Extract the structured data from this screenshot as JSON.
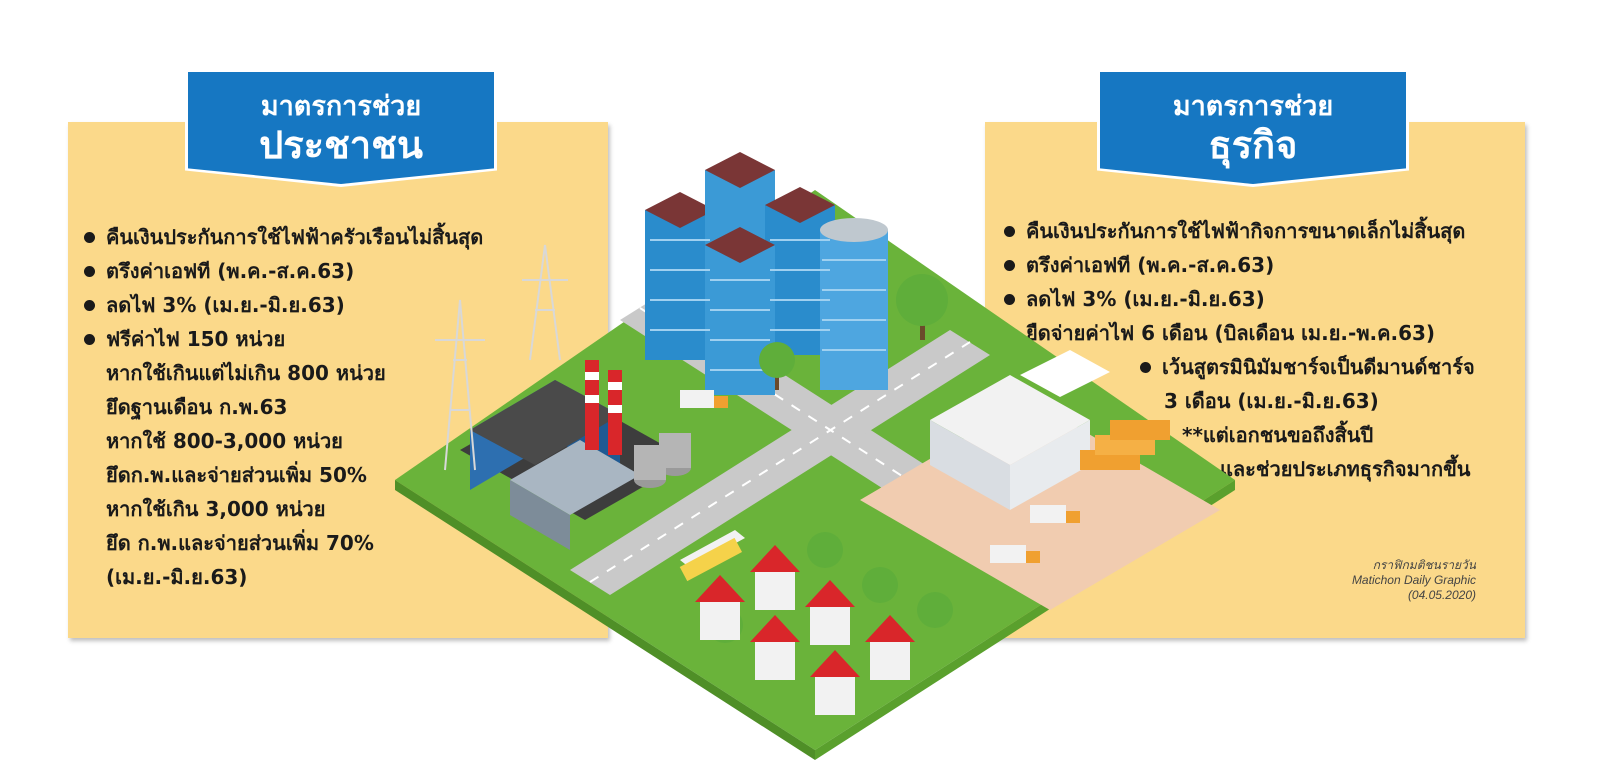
{
  "left": {
    "banner_line1": "มาตรการช่วย",
    "banner_line2": "ประชาชน",
    "items": [
      {
        "text": "คืนเงินประกันการใช้ไฟฟ้าครัวเรือนไม่สิ้นสุด",
        "type": "bullet"
      },
      {
        "text": "ตรึงค่าเอฟที (พ.ค.-ส.ค.63)",
        "type": "bullet"
      },
      {
        "text": "ลดไฟ 3% (เม.ย.-มิ.ย.63)",
        "type": "bullet"
      },
      {
        "text": "ฟรีค่าไฟ 150 หน่วย",
        "type": "bullet"
      },
      {
        "text": "หากใช้เกินแต่ไม่เกิน 800 หน่วย",
        "type": "cont"
      },
      {
        "text": "ยึดฐานเดือน ก.พ.63",
        "type": "cont"
      },
      {
        "text": "หากใช้ 800-3,000 หน่วย",
        "type": "cont"
      },
      {
        "text": "ยึดก.พ.และจ่ายส่วนเพิ่ม 50%",
        "type": "cont"
      },
      {
        "text": "หากใช้เกิน 3,000 หน่วย",
        "type": "cont"
      },
      {
        "text": "ยึด ก.พ.และจ่ายส่วนเพิ่ม 70%",
        "type": "cont"
      },
      {
        "text": "(เม.ย.-มิ.ย.63)",
        "type": "cont"
      }
    ]
  },
  "right": {
    "banner_line1": "มาตรการช่วย",
    "banner_line2": "ธุรกิจ",
    "items": [
      {
        "text": "คืนเงินประกันการใช้ไฟฟ้ากิจการขนาดเล็กไม่สิ้นสุด",
        "type": "bullet"
      },
      {
        "text": "ตรึงค่าเอฟที (พ.ค.-ส.ค.63)",
        "type": "bullet"
      },
      {
        "text": "ลดไฟ 3% (เม.ย.-มิ.ย.63)",
        "type": "bullet"
      },
      {
        "text": "ยืดจ่ายค่าไฟ 6 เดือน (บิลเดือน เม.ย.-พ.ค.63)",
        "type": "bullet"
      },
      {
        "text": "เว้นสูตรมินิมัมชาร์จเป็นดีมานด์ชาร์จ",
        "type": "bullet sub"
      },
      {
        "text": "3 เดือน (เม.ย.-มิ.ย.63)",
        "type": "sub-cont"
      },
      {
        "text": "**แต่เอกชนขอถึงสิ้นปี",
        "type": "sub-note"
      },
      {
        "text": "และช่วยประเภทธุรกิจมากขึ้น",
        "type": "sub-note2"
      }
    ]
  },
  "credit": {
    "line1": "กราฟิกมติชนรายวัน",
    "line2": "Matichon Daily Graphic",
    "line3": "(04.05.2020)"
  },
  "colors": {
    "panel": "#fbd98a",
    "banner": "#1677c2",
    "grass": "#7cc243",
    "road": "#c9c9c9",
    "roof_red": "#d9262a",
    "building_blue": "#2a8ccc"
  },
  "illustration": {
    "icons": [
      "office-towers",
      "power-plant",
      "transmission-towers",
      "houses",
      "warehouse",
      "trucks",
      "bus",
      "trees"
    ]
  }
}
